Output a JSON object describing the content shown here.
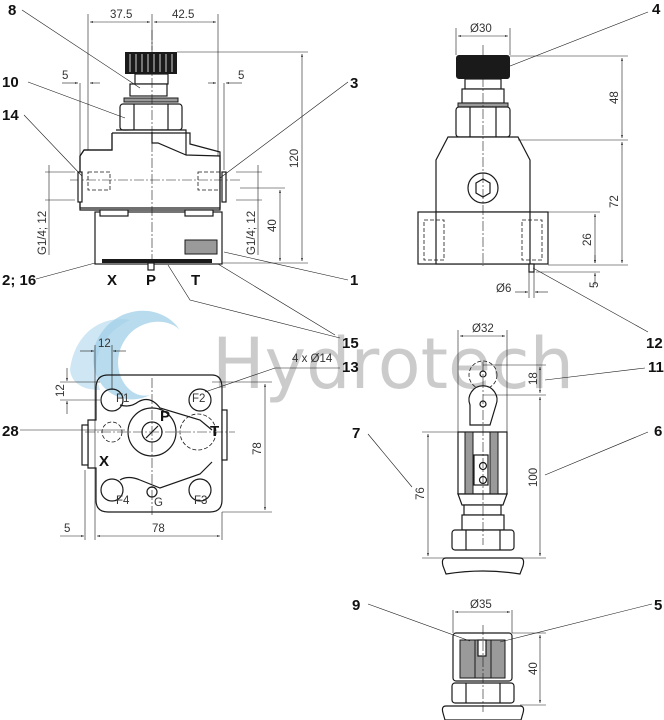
{
  "watermark": {
    "text": "Hydrotech",
    "color": "#bfbfbf",
    "logo_color": "#7fbde0"
  },
  "side_view": {
    "dims": {
      "left_width": "37.5",
      "right_width": "42.5",
      "offset_left": "5",
      "offset_right": "5",
      "height": "120",
      "port_height": "40",
      "port_left": "G1/4; 12",
      "port_right": "G1/4; 12"
    },
    "ports": {
      "x": "X",
      "p": "P",
      "t": "T"
    },
    "callouts": {
      "c8": "8",
      "c10": "10",
      "c14": "14",
      "c3": "3",
      "c2_16": "2; 16",
      "c1": "1",
      "c15": "15"
    }
  },
  "front_view": {
    "dims": {
      "knob_dia": "Ø30",
      "upper_height": "48",
      "lower_height": "72",
      "base_height": "26",
      "pin_height": "5",
      "pin_dia": "Ø6"
    },
    "callouts": {
      "c4": "4",
      "c12": "12"
    }
  },
  "bottom_view": {
    "dims": {
      "hole_x": "12",
      "hole_y": "12",
      "holes": "4 x Ø14",
      "height": "78",
      "width": "78",
      "offset": "5"
    },
    "labels": {
      "f1": "F1",
      "f2": "F2",
      "f3": "F3",
      "f4": "F4",
      "g": "G",
      "p": "P",
      "t": "T",
      "x": "X"
    },
    "callouts": {
      "c28": "28",
      "c13": "13"
    }
  },
  "lockable_view": {
    "dims": {
      "dia": "Ø32",
      "travel": "18",
      "height": "100",
      "body_height": "76"
    },
    "callouts": {
      "c11": "11",
      "c7": "7",
      "c6": "6"
    }
  },
  "cap_view": {
    "dims": {
      "dia": "Ø35",
      "height": "40"
    },
    "callouts": {
      "c9": "9",
      "c5": "5"
    }
  }
}
